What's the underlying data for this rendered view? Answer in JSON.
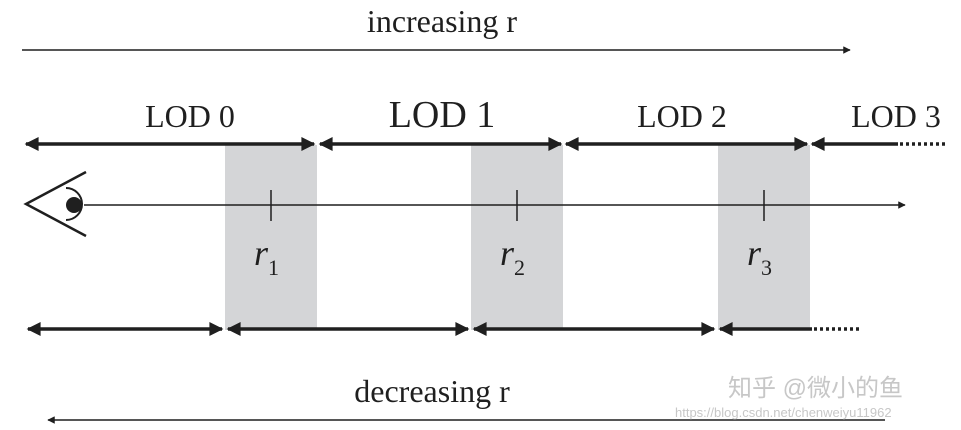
{
  "top_label": "increasing r",
  "bottom_label": "decreasing r",
  "lod_labels": [
    "LOD 0",
    "LOD 1",
    "LOD 2",
    "LOD 3"
  ],
  "radii": [
    {
      "base": "r",
      "sub": "1"
    },
    {
      "base": "r",
      "sub": "2"
    },
    {
      "base": "r",
      "sub": "3"
    }
  ],
  "watermark_brand": "知乎 @微小的鱼",
  "watermark_url": "https://blog.csdn.net/chenweiyu11962",
  "colors": {
    "band": "#d4d5d7",
    "ink": "#1f1f1f",
    "watermark": "#c7c7c7"
  }
}
